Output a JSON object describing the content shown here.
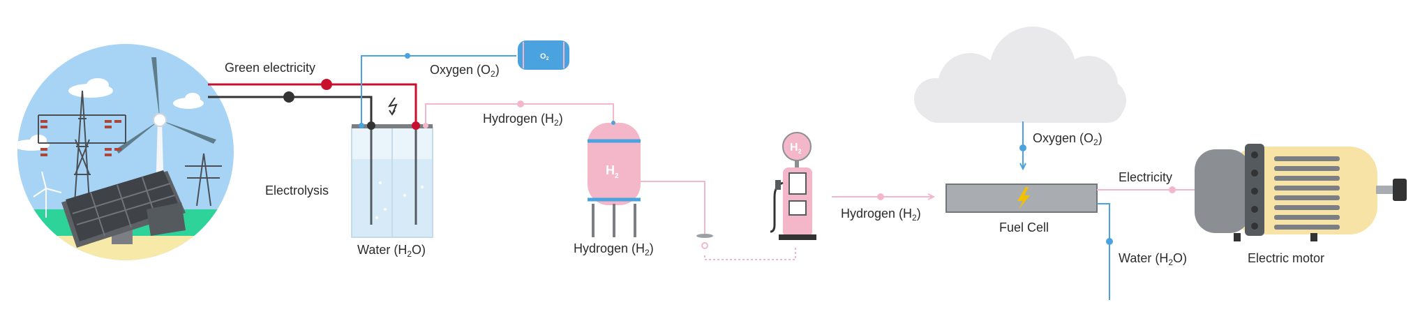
{
  "labels": {
    "green_electricity": "Green electricity",
    "oxygen_top": "Oxygen (O",
    "electrolysis": "Electrolysis",
    "water_tank": "Water (H",
    "hydrogen_pipe": "Hydrogen (H",
    "hydrogen_storage": "Hydrogen (H",
    "hydrogen_to_cell": "Hydrogen (H",
    "oxygen_cloud": "Oxygen (O",
    "fuel_cell": "Fuel Cell",
    "electricity": "Electricity",
    "water_out": "Water (H",
    "electric_motor": "Electric motor",
    "sub_2": "2",
    "close_paren": ")",
    "close_water": "O)"
  },
  "badges": {
    "o2_tank": "O",
    "o2_tank_sub": "2",
    "h2_tank": "H",
    "h2_tank_sub": "2",
    "h2_pump": "H",
    "h2_pump_sub": "2"
  },
  "colors": {
    "red_wire": "#c8102e",
    "dark_wire": "#333333",
    "oxygen_blue": "#4aa3df",
    "hydrogen_pink": "#f4b6c9",
    "sky": "#a7d4f5",
    "grass": "#2ed39a",
    "cloud": "#e9e9eb",
    "motor_yellow": "#f8e3a6",
    "motor_gray": "#8b8f93",
    "fuelcell_gray": "#a9adb2",
    "bolt_yellow": "#f2c200"
  }
}
